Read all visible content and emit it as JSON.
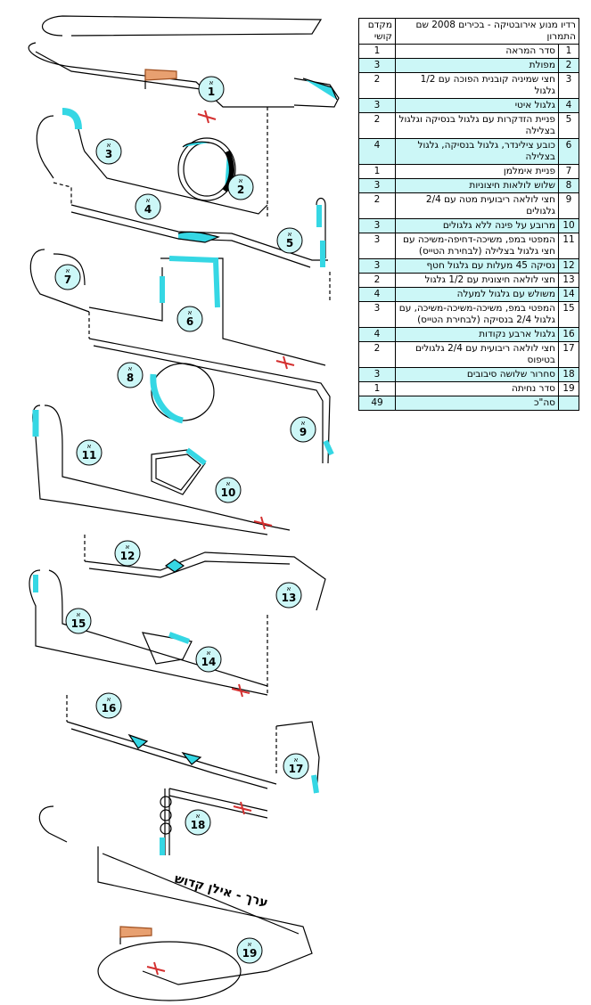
{
  "table": {
    "header_name": "רדיו מנוע אירובטיקה - בכירים 2008 שם התמרון",
    "header_k": "מקדם קושי",
    "rows": [
      {
        "num": "1",
        "name": "סדר המראה",
        "k": "1",
        "shaded": false
      },
      {
        "num": "2",
        "name": "מפולת",
        "k": "3",
        "shaded": true
      },
      {
        "num": "3",
        "name": "חצי שמיניה קובנית הפוכה עם 1/2 גלגול",
        "k": "2",
        "shaded": false
      },
      {
        "num": "4",
        "name": "גלגול איטי",
        "k": "3",
        "shaded": true
      },
      {
        "num": "5",
        "name": "פניית הזדקרות עם גלגול בנסיקה וגלגול בצלילה",
        "k": "2",
        "shaded": false
      },
      {
        "num": "6",
        "name": "כובע צילינדר, גלגול בנסיקה, גלגול בצלילה",
        "k": "4",
        "shaded": true
      },
      {
        "num": "7",
        "name": "פניית אימלמן",
        "k": "1",
        "shaded": false
      },
      {
        "num": "8",
        "name": "שלוש לולאות חיצוניות",
        "k": "3",
        "shaded": true
      },
      {
        "num": "9",
        "name": "חצי לולאה ריבועית מטה עם 2/4 גלגולים",
        "k": "2",
        "shaded": false
      },
      {
        "num": "10",
        "name": "מרובע על פינה ללא גלגולים",
        "k": "3",
        "shaded": true
      },
      {
        "num": "11",
        "name": "המפטי במפ, משיכה-דחיפה-משיכה עם חצי גלגול בצלילה (לבחירת הטייס)",
        "k": "3",
        "shaded": false
      },
      {
        "num": "12",
        "name": "נסיקה 45 מעלות עם גלגול חטף",
        "k": "3",
        "shaded": true
      },
      {
        "num": "13",
        "name": "חצי לולאה חיצונית עם 1/2 גלגול",
        "k": "2",
        "shaded": false
      },
      {
        "num": "14",
        "name": "משולש עם גלגול למעלה",
        "k": "4",
        "shaded": true
      },
      {
        "num": "15",
        "name": "המפטי במפ, משיכה-משיכה-משיכה, עם גלגול 2/4 בנסיקה (לבחירת הטייס)",
        "k": "3",
        "shaded": false
      },
      {
        "num": "16",
        "name": "גלגול ארבע נקודות",
        "k": "4",
        "shaded": true
      },
      {
        "num": "17",
        "name": "חצי לולאה ריבועית עם 2/4 גלגולים בטיפוס",
        "k": "2",
        "shaded": false
      },
      {
        "num": "18",
        "name": "סחרור שלושה סיבובים",
        "k": "3",
        "shaded": true
      },
      {
        "num": "19",
        "name": "סדר נחיתה",
        "k": "1",
        "shaded": false
      },
      {
        "num": "",
        "name": "סה\"כ",
        "k": "49",
        "shaded": true
      }
    ]
  },
  "diagram": {
    "signature": "ערך - אילן קדוש",
    "label_prefix": "א",
    "labels": [
      "1",
      "2",
      "3",
      "4",
      "5",
      "6",
      "7",
      "8",
      "9",
      "10",
      "11",
      "12",
      "13",
      "14",
      "15",
      "16",
      "17",
      "18",
      "19"
    ]
  },
  "colors": {
    "cyan": "#35d7e4",
    "table_shade": "#ccf7f7",
    "ink": "#000000",
    "windsock": "#e8a070"
  }
}
